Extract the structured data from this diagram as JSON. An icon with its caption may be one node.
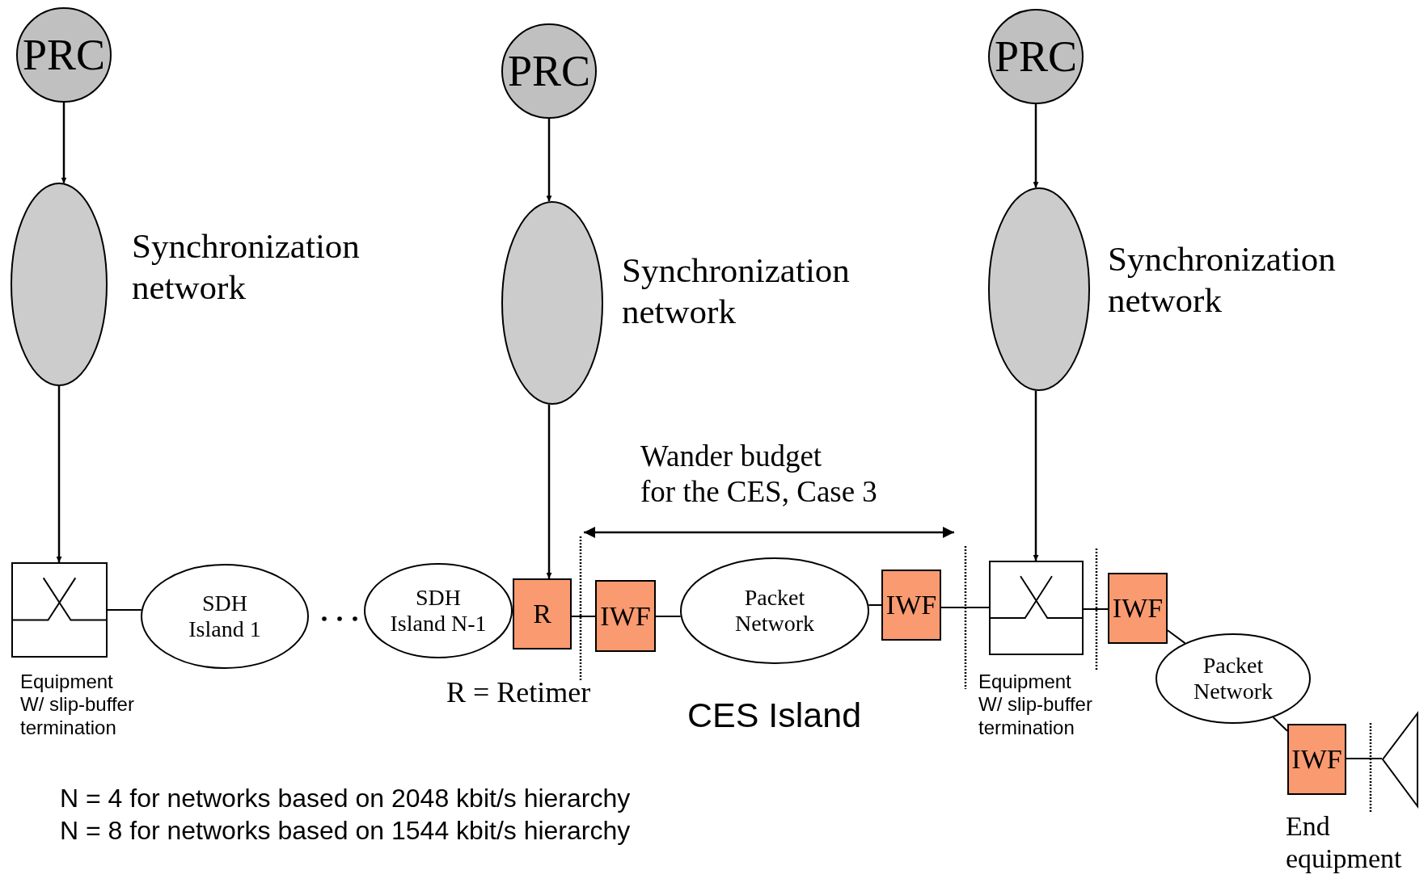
{
  "diagram": {
    "nodes": [
      {
        "text": [
          "PRC"
        ]
      },
      {
        "text": [],
        "shape": "ellipse",
        "beside": [
          "Synchronization network"
        ]
      },
      {
        "text": [
          "PRC"
        ]
      },
      {
        "text": [],
        "shape": "ellipse",
        "beside": [
          "Synchronization network"
        ]
      },
      {
        "text": [
          "PRC"
        ]
      },
      {
        "text": [],
        "shape": "ellipse",
        "beside": [
          "Synchronization network"
        ]
      },
      {
        "text": [],
        "shape": "box",
        "beside": [
          "Equipment W/ slip-buffer termination"
        ]
      },
      {
        "text": [
          "SDH Island 1"
        ]
      },
      {
        "text": [
          "SDH Island N-1"
        ]
      },
      {
        "text": [
          "R"
        ]
      },
      {
        "text": [
          "IWF"
        ]
      },
      {
        "text": [
          "Packet Network"
        ]
      },
      {
        "text": [
          "IWF"
        ]
      },
      {
        "text": [],
        "shape": "box",
        "beside": [
          "Equipment W/ slip-buffer termination"
        ]
      },
      {
        "text": [
          "IWF"
        ]
      },
      {
        "text": [
          "Packet Network"
        ]
      },
      {
        "text": [
          "IWF"
        ]
      },
      {
        "text": [],
        "shape": "triangle",
        "beside": [
          "End equipment"
        ]
      }
    ],
    "edges": [
      {
        "from": 0,
        "to": 1,
        "arrow": "to"
      },
      {
        "from": 2,
        "to": 3,
        "arrow": "to"
      },
      {
        "from": 4,
        "to": 5,
        "arrow": "to"
      },
      {
        "from": 1,
        "to": 6,
        "arrow": "to"
      },
      {
        "from": 3,
        "to": 9,
        "arrow": "to"
      },
      {
        "from": 5,
        "to": 13,
        "arrow": "to"
      },
      {
        "from": 6,
        "to": 7,
        "arrow": "none"
      },
      {
        "from": 9,
        "to": 10,
        "arrow": "none"
      },
      {
        "from": 10,
        "to": 11,
        "arrow": "none"
      },
      {
        "from": 11,
        "to": 12,
        "arrow": "none"
      },
      {
        "from": 12,
        "to": 13,
        "arrow": "none"
      },
      {
        "from": 13,
        "to": 14,
        "arrow": "none"
      },
      {
        "from": 14,
        "to": 15,
        "arrow": "none"
      },
      {
        "from": 15,
        "to": 16,
        "arrow": "none"
      },
      {
        "from": 16,
        "to": 17,
        "arrow": "none"
      }
    ],
    "labels": [
      "Wander budget for the CES, Case 3",
      "R = Retimer",
      "CES Island",
      "N = 4 for networks based on 2048 kbit/s hierarchy",
      "N = 8 for networks based on 1544 kbit/s hierarchy"
    ]
  }
}
